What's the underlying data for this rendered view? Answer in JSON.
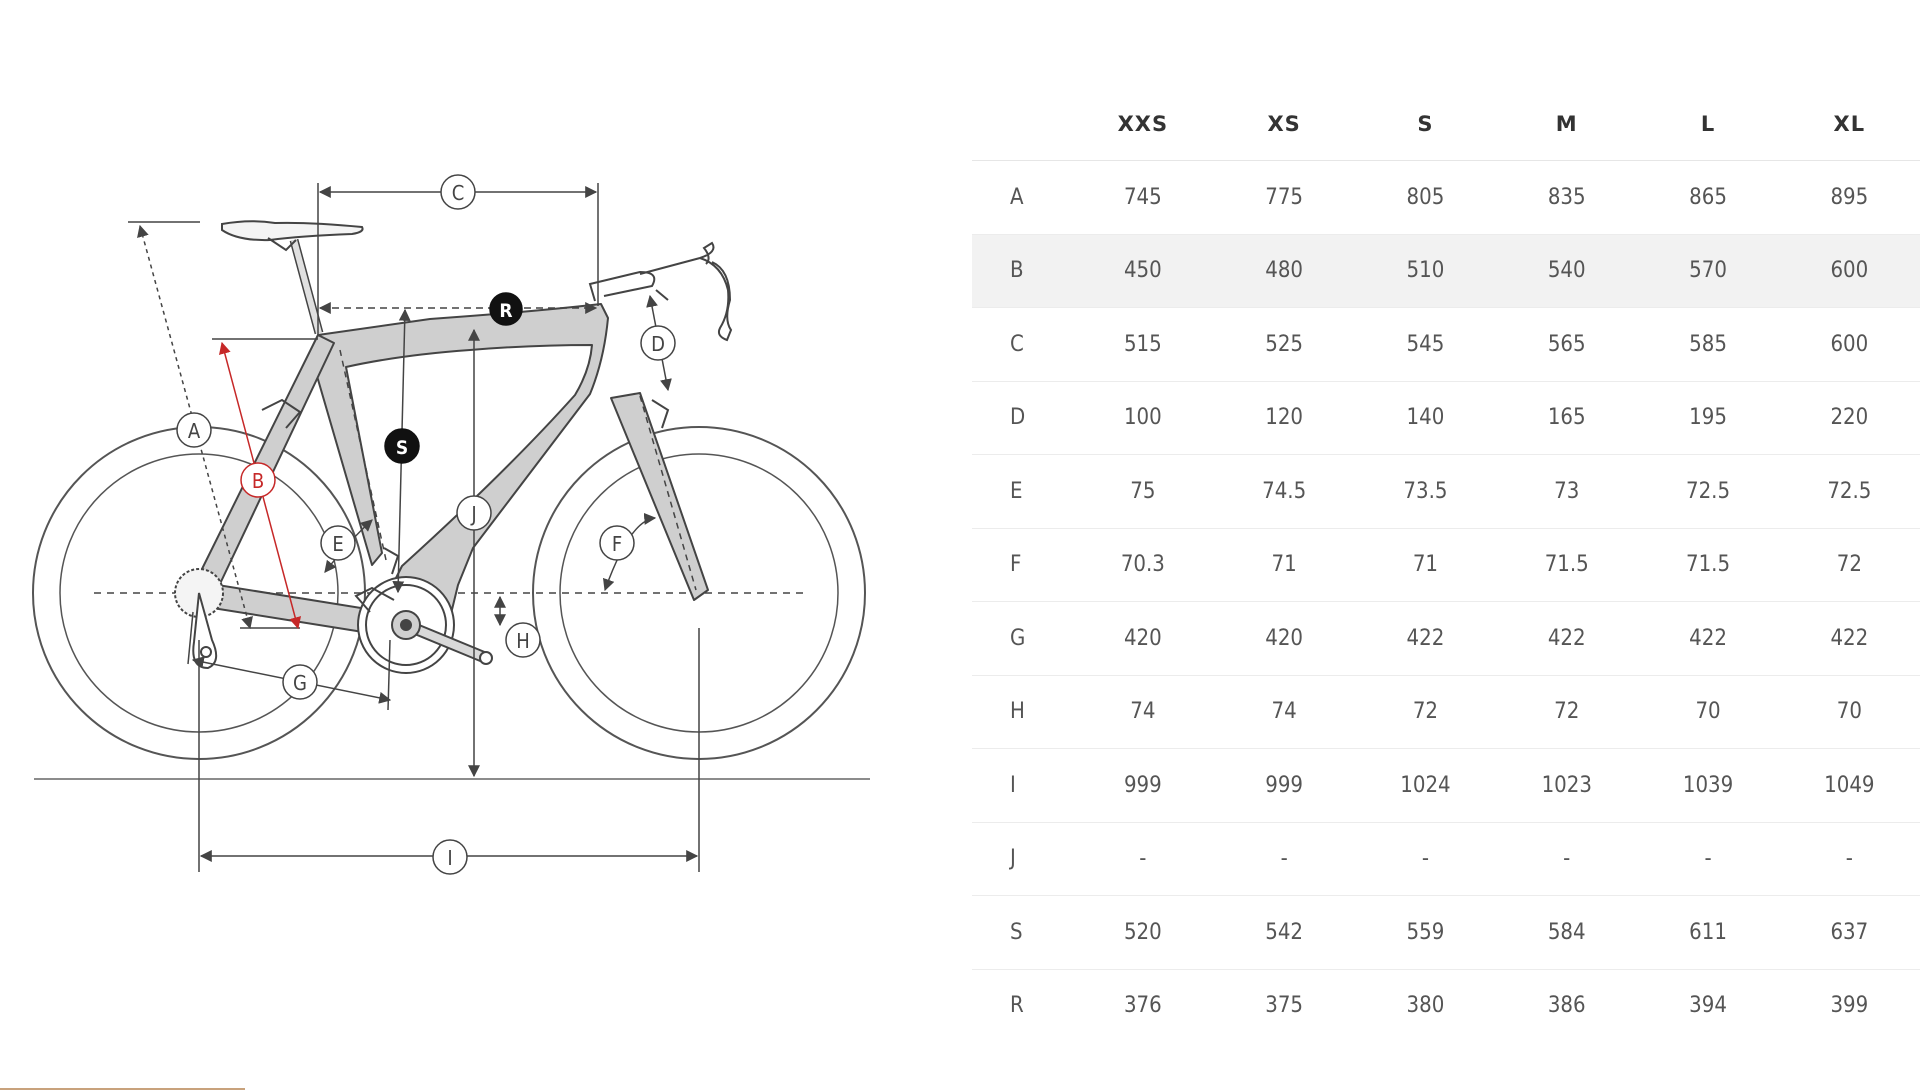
{
  "colors": {
    "accent_red": "#c62828",
    "frame_fill": "#cfcfcf",
    "line": "#444444",
    "row_shade": "#f2f2f2",
    "bottom_bar": "#c8a27c"
  },
  "diagram": {
    "labels": {
      "A": "A",
      "B": "B",
      "C": "C",
      "D": "D",
      "E": "E",
      "F": "F",
      "G": "G",
      "H": "H",
      "I": "I",
      "J": "J",
      "R": "R",
      "S": "S"
    }
  },
  "table": {
    "headers": [
      "",
      "XXS",
      "XS",
      "S",
      "M",
      "L",
      "XL"
    ],
    "rows": [
      {
        "label": "A",
        "values": [
          "745",
          "775",
          "805",
          "835",
          "865",
          "895"
        ]
      },
      {
        "label": "B",
        "values": [
          "450",
          "480",
          "510",
          "540",
          "570",
          "600"
        ]
      },
      {
        "label": "C",
        "values": [
          "515",
          "525",
          "545",
          "565",
          "585",
          "600"
        ]
      },
      {
        "label": "D",
        "values": [
          "100",
          "120",
          "140",
          "165",
          "195",
          "220"
        ]
      },
      {
        "label": "E",
        "values": [
          "75",
          "74.5",
          "73.5",
          "73",
          "72.5",
          "72.5"
        ]
      },
      {
        "label": "F",
        "values": [
          "70.3",
          "71",
          "71",
          "71.5",
          "71.5",
          "72"
        ]
      },
      {
        "label": "G",
        "values": [
          "420",
          "420",
          "422",
          "422",
          "422",
          "422"
        ]
      },
      {
        "label": "H",
        "values": [
          "74",
          "74",
          "72",
          "72",
          "70",
          "70"
        ]
      },
      {
        "label": "I",
        "values": [
          "999",
          "999",
          "1024",
          "1023",
          "1039",
          "1049"
        ]
      },
      {
        "label": "J",
        "values": [
          "-",
          "-",
          "-",
          "-",
          "-",
          "-"
        ]
      },
      {
        "label": "S",
        "values": [
          "520",
          "542",
          "559",
          "584",
          "611",
          "637"
        ]
      },
      {
        "label": "R",
        "values": [
          "376",
          "375",
          "380",
          "386",
          "394",
          "399"
        ]
      }
    ]
  }
}
